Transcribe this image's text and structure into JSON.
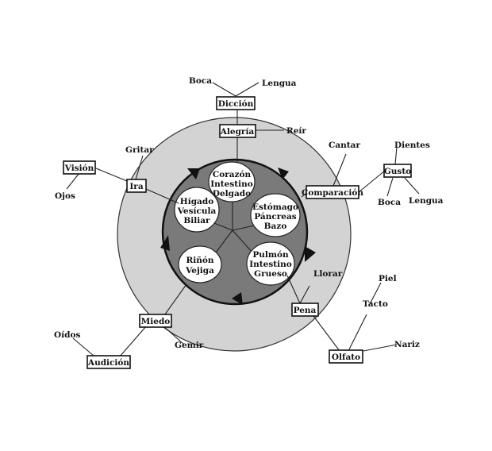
{
  "organs": {
    "corazon": [
      "Corazón",
      "Intestino",
      "Delgado"
    ],
    "estomago": [
      "Estómago",
      "Páncreas",
      "Bazo"
    ],
    "pulmon": [
      "Pulmón",
      "Intestino",
      "Grueso"
    ],
    "rinon": [
      "Riñón",
      "Vejiga"
    ],
    "higado": [
      "Hígado",
      "Vesícula",
      "Biliar"
    ]
  },
  "boxes": {
    "diccion": "Dicción",
    "alegria": "Alegría",
    "vision": "Visión",
    "ira": "Ira",
    "comparacion": "Comparación",
    "gusto": "Gusto",
    "pena": "Pena",
    "olfato": "Olfato",
    "miedo": "Miedo",
    "audicion": "Audición"
  },
  "labels": {
    "boca_top": "Boca",
    "lengua_top": "Lengua",
    "reir": "Reír",
    "gritar": "Gritar",
    "ojos": "Ojos",
    "cantar": "Cantar",
    "dientes": "Dientes",
    "boca_right": "Boca",
    "lengua_right": "Lengua",
    "llorar": "Llorar",
    "piel": "Piel",
    "tacto": "Tacto",
    "nariz": "Nariz",
    "oidos": "Oídos",
    "gemir": "Gemir"
  },
  "colors": {
    "outer_ring": "#d3d3d3",
    "inner_disc": "#7a7a7a",
    "organ_fill": "#ffffff"
  }
}
